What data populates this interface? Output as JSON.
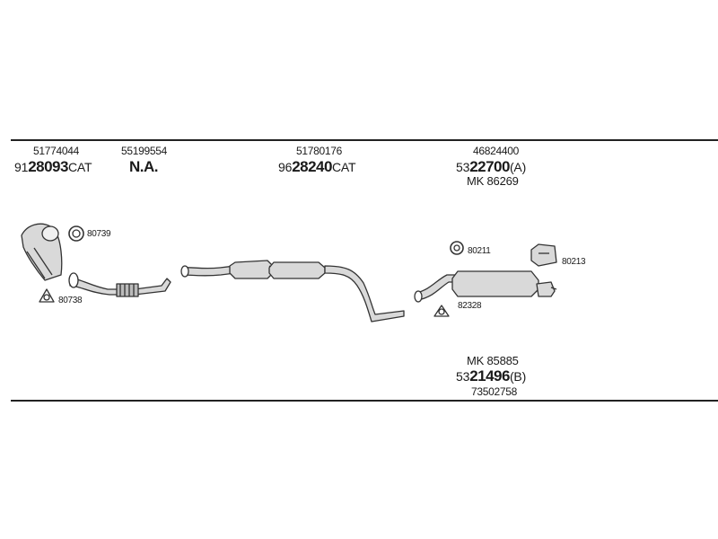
{
  "groups": [
    {
      "ref": "51774044",
      "prefix": "91",
      "code": "28093",
      "suffix": "CAT"
    },
    {
      "ref": "55199554",
      "code": "N.A."
    },
    {
      "ref": "51780176",
      "prefix": "96",
      "code": "28240",
      "suffix": "CAT"
    },
    {
      "ref": "46824400",
      "prefix": "53",
      "code": "22700",
      "suffix": "(A)",
      "mk": "MK  86269"
    }
  ],
  "bottom_group": {
    "mk": "MK  85885",
    "prefix": "53",
    "code": "21496",
    "suffix": "(B)",
    "ref": "73502758"
  },
  "callouts": [
    "80739",
    "80738",
    "80211",
    "80213",
    "82328"
  ],
  "colors": {
    "line": "#222222",
    "part_fill": "#d9d9d9",
    "part_stroke": "#333333"
  }
}
